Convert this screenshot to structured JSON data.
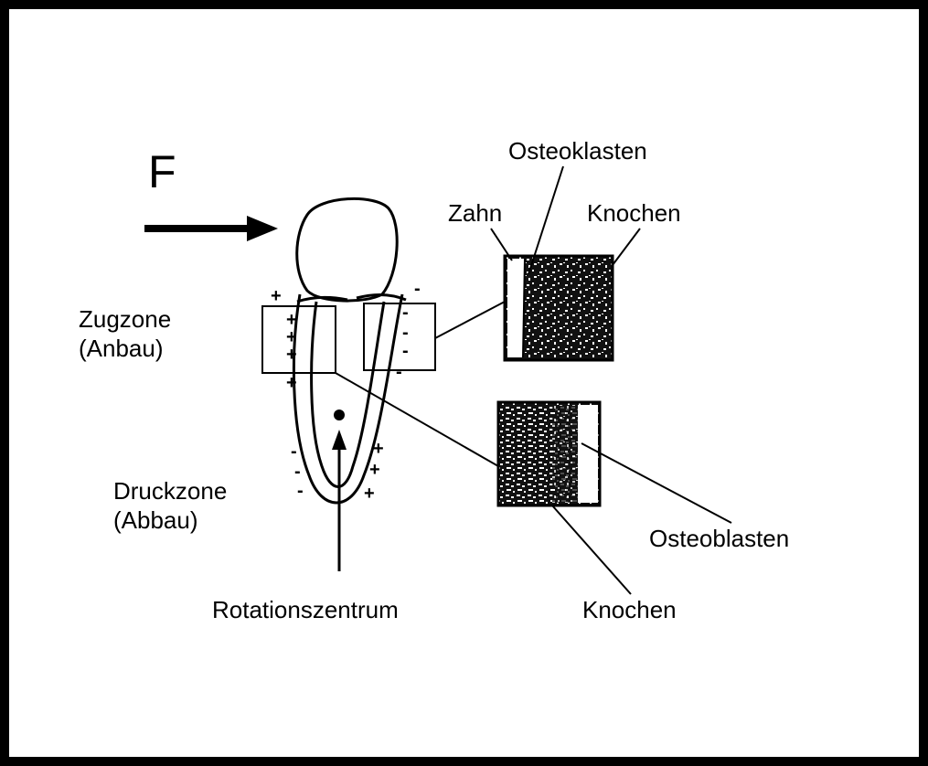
{
  "diagram": {
    "force_label": "F",
    "labels": {
      "tension_zone": "Zugzone",
      "tension_zone_note": "(Anbau)",
      "pressure_zone": "Druckzone",
      "pressure_zone_note": "(Abbau)",
      "rotation_center": "Rotationszentrum",
      "osteoclasts": "Osteoklasten",
      "tooth": "Zahn",
      "bone_top": "Knochen",
      "osteoblasts": "Osteoblasten",
      "bone_bottom": "Knochen"
    },
    "signs": {
      "plus": "+",
      "minus": "-"
    }
  }
}
